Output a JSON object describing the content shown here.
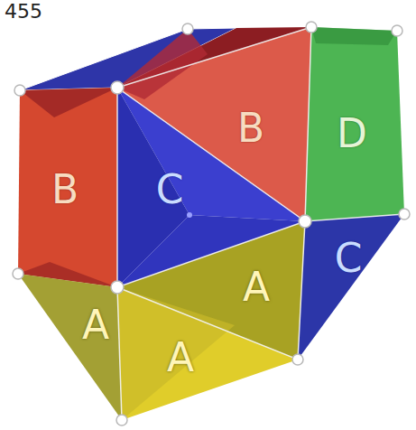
{
  "diagram": {
    "labels": [
      "455",
      "B",
      "C",
      "B",
      "D",
      "C",
      "A",
      "A",
      "A"
    ]
  }
}
